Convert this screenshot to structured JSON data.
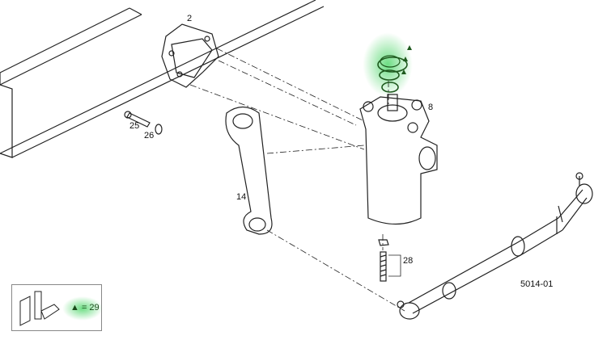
{
  "diagram": {
    "drawing_number": "5014-01",
    "part_labels": {
      "bracket": "2",
      "steering_box": "8",
      "pitman_arm": "14",
      "bolt": "25",
      "washer": "26",
      "stud": "28"
    },
    "legend": {
      "symbol": "▲",
      "text": "= 29"
    },
    "highlight_color": "#3cd25a",
    "marker_color": "#1e5a1e"
  }
}
